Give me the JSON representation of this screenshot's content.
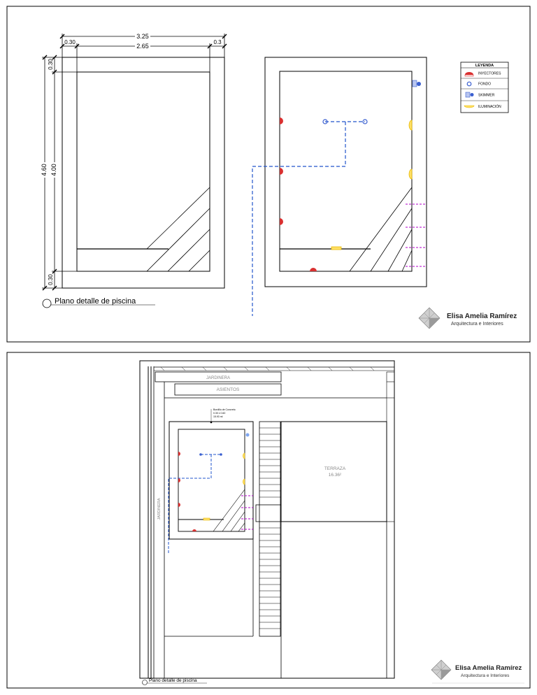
{
  "sheet1": {
    "dimensions": {
      "total_width": "3.25",
      "inner_width": "2.65",
      "left_wall": "0.30",
      "right_wall": "0.3",
      "total_height": "4.60",
      "inner_height": "4.00",
      "top_wall": "0.30",
      "bottom_wall": "0.30"
    },
    "caption": "Plano detalle de piscina",
    "legend": {
      "title": "LEYENDA",
      "items": [
        {
          "label": "INYECTORES",
          "icon": "injector-icon",
          "color": "#d93030"
        },
        {
          "label": "FONDO",
          "icon": "bottom-drain-icon",
          "color": "#3a5fd0"
        },
        {
          "label": "SKIMMER",
          "icon": "skimmer-icon",
          "color": "#3a5fd0"
        },
        {
          "label": "ILUMINACIÓN",
          "icon": "light-icon",
          "color": "#e8b800"
        }
      ]
    },
    "logo": {
      "name": "Elisa Amelia Ramírez",
      "subtitle": "Arquitectura e Interiores"
    }
  },
  "sheet2": {
    "labels": {
      "planter_top": "JARDINERA",
      "seating": "ASIENTOS",
      "planter_side": "JARDINERA",
      "terrace": "TERRAZA",
      "terrace_area": "16.36²",
      "note_line1": "Bordillo de Concreto",
      "note_line2": "0.30 x 0.60",
      "note_line3": "15.93 ml"
    },
    "caption": "Plano detalle de piscina",
    "logo": {
      "name": "Elisa Amelia Ramírez",
      "subtitle": "Arquitectura e Interiores"
    }
  },
  "colors": {
    "injector": "#d93030",
    "drain": "#3a5fd0",
    "light": "#e8b800",
    "pipe": "#2255cc",
    "magenta": "#b000c8"
  }
}
